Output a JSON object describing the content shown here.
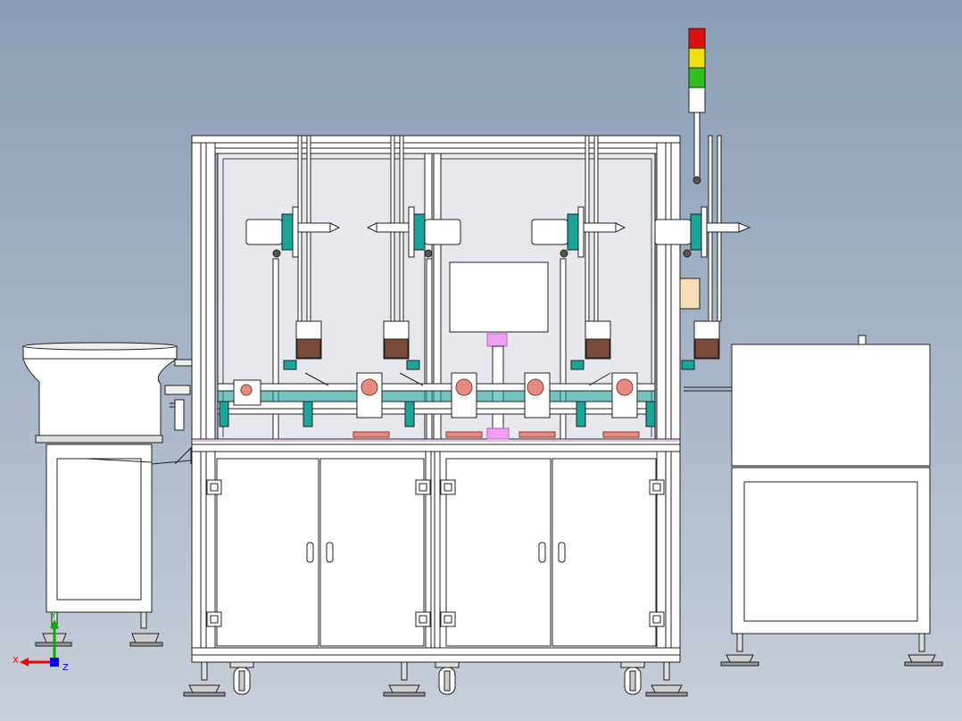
{
  "viewport": {
    "background_top": "#8c9eb6",
    "background_bottom": "#c8cfda"
  },
  "axis_triad": {
    "x_label": "X",
    "y_label": "Y",
    "z_label": "Z",
    "x_color": "#ff0000",
    "y_color": "#00b000",
    "z_color": "#0000ff"
  },
  "signal_tower": {
    "lights": [
      "red",
      "yellow",
      "green"
    ],
    "colors": [
      "#dd1010",
      "#f0e010",
      "#30c020"
    ]
  },
  "colors": {
    "line": "#222222",
    "panel": "#ffffff",
    "frame_inner": "#e6e8ee",
    "teal_parts": "#1aa59a",
    "pink_parts": "#e88a80",
    "brown_parts": "#7a4a3a",
    "magenta_parts": "#e070e0",
    "label_box": "#f7dcb8"
  }
}
